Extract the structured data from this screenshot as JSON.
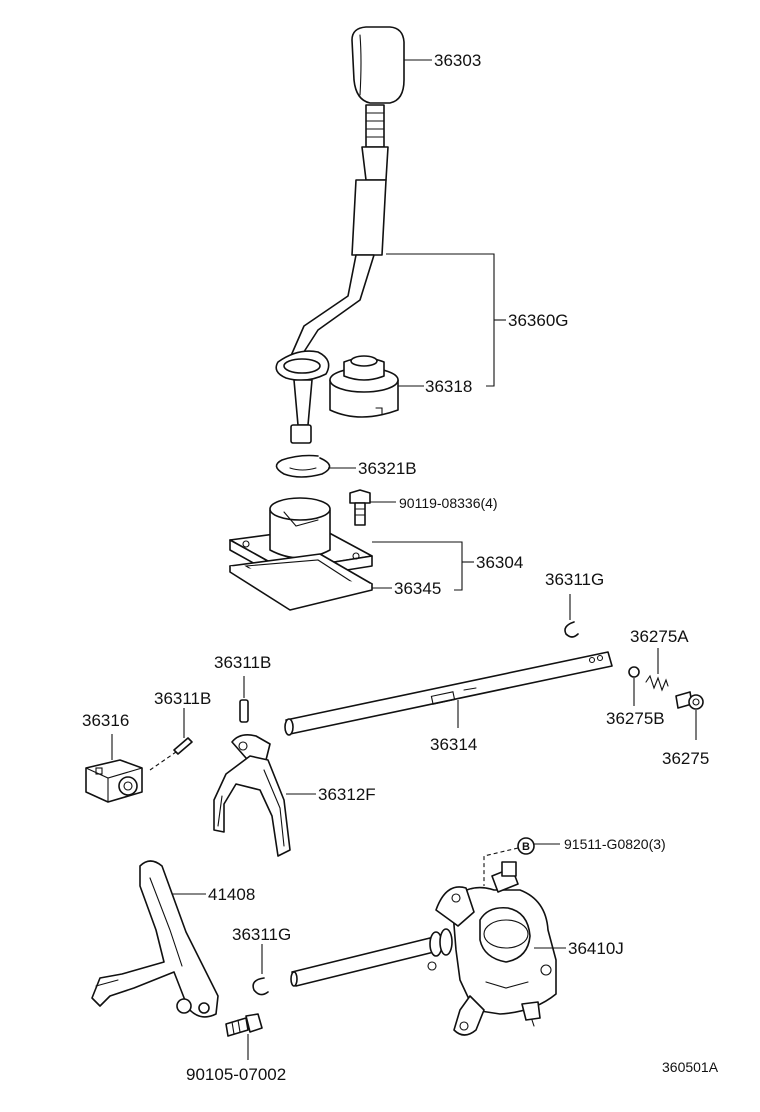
{
  "diagram": {
    "figure_code": "360501A",
    "labels": {
      "knob": "36303",
      "lever_assy": "36360G",
      "boot": "36318",
      "snap_ring": "36321B",
      "bolt_top": "90119-08336(4)",
      "retainer": "36304",
      "gasket": "36345",
      "e_ring_right": "36311G",
      "spring": "36275A",
      "ball": "36275B",
      "plug": "36275",
      "shaft": "36314",
      "pin_upper": "36311B",
      "pin_left": "36311B",
      "head": "36316",
      "fork": "36312F",
      "b_bolt": "91511-G0820(3)",
      "fork_lower": "41408",
      "e_ring_lower": "36311G",
      "shift_assy": "36410J",
      "bolt_bottom": "90105-07002"
    },
    "callout_marker": "B"
  }
}
